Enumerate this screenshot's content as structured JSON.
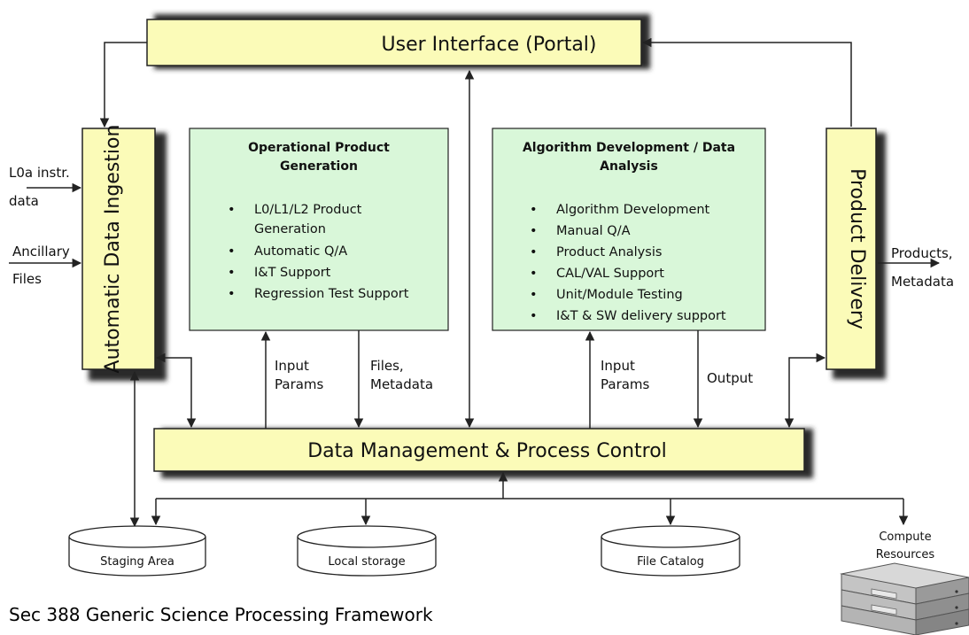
{
  "boxes": {
    "ui_portal": "User Interface (Portal)",
    "data_mgmt": "Data Management & Process Control",
    "ingestion": "Automatic Data Ingestion",
    "delivery": "Product Delivery"
  },
  "panels": {
    "operational": {
      "title_line1": "Operational Product",
      "title_line2": "Generation",
      "items": [
        "L0/L1/L2  Product",
        "Generation",
        "Automatic Q/A",
        "I&T Support",
        "Regression Test Support"
      ]
    },
    "algorithm": {
      "title_line1": "Algorithm Development / Data",
      "title_line2": "Analysis",
      "items": [
        "Algorithm Development",
        "Manual Q/A",
        "Product Analysis",
        "CAL/VAL Support",
        "Unit/Module Testing",
        "I&T & SW delivery support"
      ]
    }
  },
  "inputs": {
    "l0a_line1": "L0a instr.",
    "l0a_line2": "data",
    "ancillary_line1": "Ancillary",
    "ancillary_line2": "Files"
  },
  "outputs": {
    "products_line1": "Products,",
    "products_line2": "Metadata"
  },
  "flow_labels": {
    "input_params_1_line1": "Input",
    "input_params_1_line2": "Params",
    "files_metadata_line1": "Files,",
    "files_metadata_line2": "Metadata",
    "input_params_2_line1": "Input",
    "input_params_2_line2": "Params",
    "output": "Output"
  },
  "storage": {
    "staging": "Staging Area",
    "local": "Local storage",
    "catalog": "File Catalog",
    "compute_line1": "Compute",
    "compute_line2": "Resources"
  },
  "caption": "Sec 388  Generic Science Processing Framework",
  "colors": {
    "yellow_box": "#fbfbb8",
    "green_panel": "#d9f7d9",
    "shadow": "#2a2a2a",
    "line": "#222222"
  }
}
